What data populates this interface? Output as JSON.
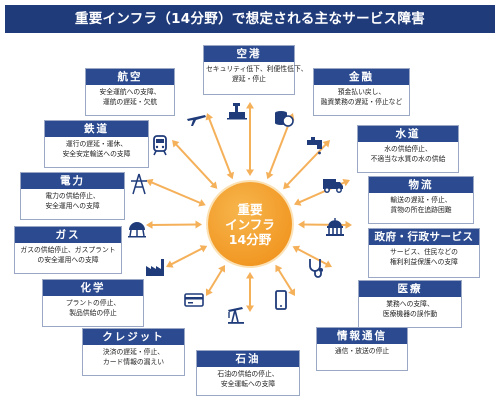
{
  "title": "重要インフラ（14分野）で想定される主なサービス障害",
  "center": {
    "lines": [
      "重要",
      "インフラ",
      "14分野"
    ]
  },
  "colors": {
    "navy": "#2b4a8f",
    "orange": "#ef8c14",
    "ray": "#f5b05a"
  },
  "sectors": [
    {
      "name": "空港",
      "lines": [
        "セキュリティ低下、利便性低下、",
        "遅延・停止"
      ],
      "icon": "airport-icon"
    },
    {
      "name": "航空",
      "lines": [
        "安全運航への支障、",
        "運航の遅延・欠航"
      ],
      "icon": "airplane-icon"
    },
    {
      "name": "金融",
      "lines": [
        "預金払い戻し、",
        "融資業務の遅延・停止など"
      ],
      "icon": "coins-icon"
    },
    {
      "name": "鉄道",
      "lines": [
        "運行の遅延・運休、",
        "安全安定輸送への支障"
      ],
      "icon": "train-icon"
    },
    {
      "name": "水道",
      "lines": [
        "水の供給停止、",
        "不適当な水質の水の供給"
      ],
      "icon": "faucet-icon"
    },
    {
      "name": "電力",
      "lines": [
        "電力の供給停止、",
        "安全運用への支障"
      ],
      "icon": "power-tower-icon"
    },
    {
      "name": "物流",
      "lines": [
        "輸送の遅延・停止、",
        "貨物の所在追跡困難"
      ],
      "icon": "truck-icon"
    },
    {
      "name": "ガス",
      "lines": [
        "ガスの供給停止、ガスプラント",
        "の安全運用への支障"
      ],
      "icon": "gas-tank-icon"
    },
    {
      "name": "政府・行政サービス",
      "lines": [
        "サービス、住民などの",
        "権利利益保護への支障"
      ],
      "icon": "government-building-icon"
    },
    {
      "name": "化学",
      "lines": [
        "プラントの停止、",
        "製品供給の停止"
      ],
      "icon": "factory-icon"
    },
    {
      "name": "医療",
      "lines": [
        "業務への支障、",
        "医療機器の誤作動"
      ],
      "icon": "stethoscope-icon"
    },
    {
      "name": "クレジット",
      "lines": [
        "決済の遅延・停止、",
        "カード情報の漏えい"
      ],
      "icon": "credit-card-icon"
    },
    {
      "name": "情報通信",
      "lines": [
        "通信・放送の停止"
      ],
      "icon": "smartphone-icon"
    },
    {
      "name": "石油",
      "lines": [
        "石油の供給の停止、",
        "安全運転への支障"
      ],
      "icon": "oil-pump-icon"
    }
  ]
}
